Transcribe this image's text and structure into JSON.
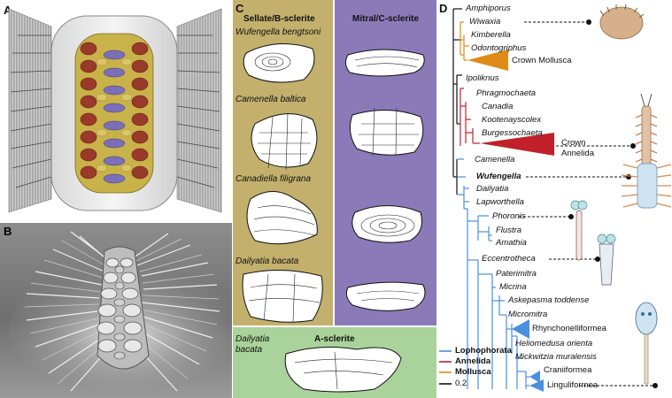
{
  "panels": {
    "a": "A",
    "b": "B",
    "c": "C",
    "d": "D"
  },
  "panel_c": {
    "sellate_header": "Sellate/B-sclerite",
    "mitral_header": "Mitral/C-sclerite",
    "a_sclerite_header": "A-sclerite",
    "species": [
      "Wufengella bengtsoni",
      "Camenella baltica",
      "Canadiella filigrana",
      "Dailyatia bacata"
    ],
    "a_species_line1": "Dailyatia",
    "a_species_line2": "bacata",
    "colors": {
      "sellate": "#c3b06c",
      "mitral": "#8b7ab8",
      "a_sclerite": "#a9d39a"
    }
  },
  "panel_d": {
    "taxa": {
      "amphiporus": "Amphiporus",
      "wiwaxia": "Wiwaxia",
      "kimberella": "Kimberella",
      "odontogriphus": "Odontogriphus",
      "ipoliknus": "Ipoliknus",
      "phragmochaeta": "Phragmochaeta",
      "canadia": "Canadia",
      "kootenayscolex": "Kootenayscolex",
      "burgessochaeta": "Burgessochaeta",
      "camenella": "Camenella",
      "wufengella": "Wufengella",
      "dailyatia": "Dailyatia",
      "lapworthella": "Lapworthella",
      "phoronis": "Phoronis",
      "flustra": "Flustra",
      "amathia": "Amathia",
      "eccentrotheca": "Eccentrotheca",
      "paterimitra": "Paterimitra",
      "micrina": "Micrina",
      "askepasma": "Askepasma toddense",
      "micromitra": "Micromitra",
      "heliomedusa": "Heliomedusa orienta",
      "mickwitzia": "Mickwitzia muralensis"
    },
    "clades": {
      "crown_mollusca": "Crown Mollusca",
      "crown_annelida_1": "Crown",
      "crown_annelida_2": "Annelida",
      "rhynchonelliformea": "Rhynchonelliformea",
      "craniiformea": "Craniiformea",
      "linguliformea": "Linguliformea"
    },
    "legend": [
      {
        "label": "Lophophorata",
        "color": "#4a8fe0"
      },
      {
        "label": "Annelida",
        "color": "#c0202a"
      },
      {
        "label": "Mollusca",
        "color": "#e08a18"
      }
    ],
    "scale_label": "0.2",
    "colors": {
      "lophophorata": "#4a8fe0",
      "annelida": "#c0202a",
      "mollusca": "#e08a18",
      "root": "#111111"
    }
  }
}
